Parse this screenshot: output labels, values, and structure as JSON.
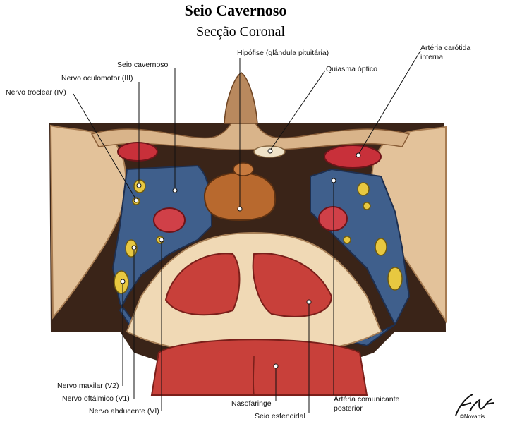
{
  "title": "Seio Cavernoso",
  "subtitle": "Secção Coronal",
  "labels": {
    "hipofise": "Hipófise (glândula pituitária)",
    "seio_cavernoso": "Seio cavernoso",
    "quiasma_optico": "Quiasma óptico",
    "arteria_carotida_1": "Artéria carótida",
    "arteria_carotida_2": "interna",
    "nervo_oculomotor": "Nervo oculomotor (III)",
    "nervo_troclear": "Nervo troclear (IV)",
    "nervo_maxilar": "Nervo maxilar (V2)",
    "nervo_oftalmico": "Nervo oftálmico (V1)",
    "nervo_abducente": "Nervo abducente (VI)",
    "nasofaringe": "Nasofaringe",
    "seio_esfenoidal": "Seio esfenoidal",
    "arteria_comunicante_1": "Artéria comunicante",
    "arteria_comunicante_2": "posterior"
  },
  "signature": {
    "credit": "©Novartis"
  },
  "colors": {
    "dura": "#d9b48a",
    "bone": "#f0d9b5",
    "sinus_blue": "#3f5f8c",
    "artery_red": "#c8303a",
    "nerve_yellow": "#e8c840",
    "pituitary": "#b8692e",
    "brain": "#e3c29a",
    "mucosa": "#c8403a"
  }
}
